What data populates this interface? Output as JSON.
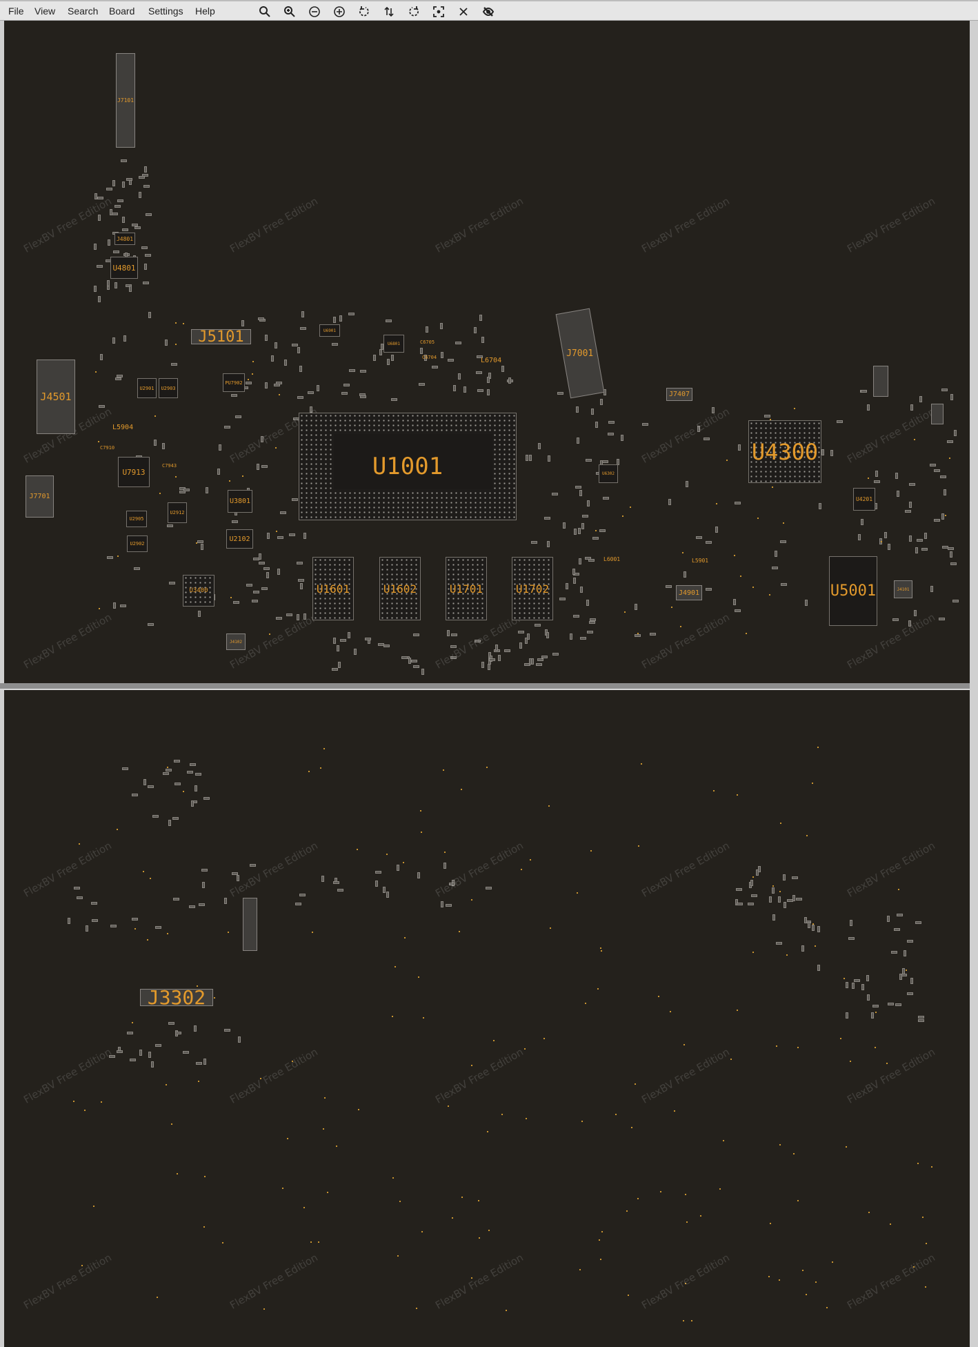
{
  "menubar": {
    "items": [
      "File",
      "View",
      "Search",
      "Board",
      "Settings",
      "Help"
    ],
    "toolbar_icons": [
      "zoom-fit-icon",
      "zoom-in-icon",
      "zoom-out-icon",
      "zoom-in-circle-icon",
      "rotate-ccw-icon",
      "flip-icon",
      "rotate-cw-icon",
      "center-icon",
      "close-icon",
      "hide-icon"
    ]
  },
  "watermark": "FlexBV Free Edition",
  "top_board": {
    "components": {
      "J7101": "J7101",
      "J4801": "J4801",
      "U4801": "U4801",
      "J5101": "J5101",
      "J4501": "J4501",
      "J7701": "J7701",
      "U7913": "U7913",
      "U2901": "U2901",
      "U2903": "U2903",
      "PU7902": "PU7902",
      "U3801": "U3801",
      "U2102": "U2102",
      "U3400": "U3400",
      "U2905": "U2905",
      "U2912": "U2912",
      "U2902": "U2902",
      "L5904": "L5904",
      "C7910": "C7910",
      "C7943": "C7943",
      "J4102": "J4102",
      "U1001": "U1001",
      "U1601": "U1601",
      "U1602": "U1602",
      "U1701": "U1701",
      "U1702": "U1702",
      "U6901": "U6901",
      "U6801": "U6801",
      "C6705": "C6705",
      "C6704": "C6704",
      "L6704": "L6704",
      "J7001": "J7001",
      "J7407": "J7407",
      "U4300": "U4300",
      "U6302": "U6302",
      "U4201": "U4201",
      "U5001": "U5001",
      "J4901": "J4901",
      "L6001": "L6001",
      "L5901": "L5901",
      "J4101": "J4101"
    }
  },
  "bottom_board": {
    "components": {
      "J3302": "J3302"
    }
  },
  "colors": {
    "board_bg": "#24211c",
    "label": "#e39a2c",
    "pad": "#5b5853"
  }
}
